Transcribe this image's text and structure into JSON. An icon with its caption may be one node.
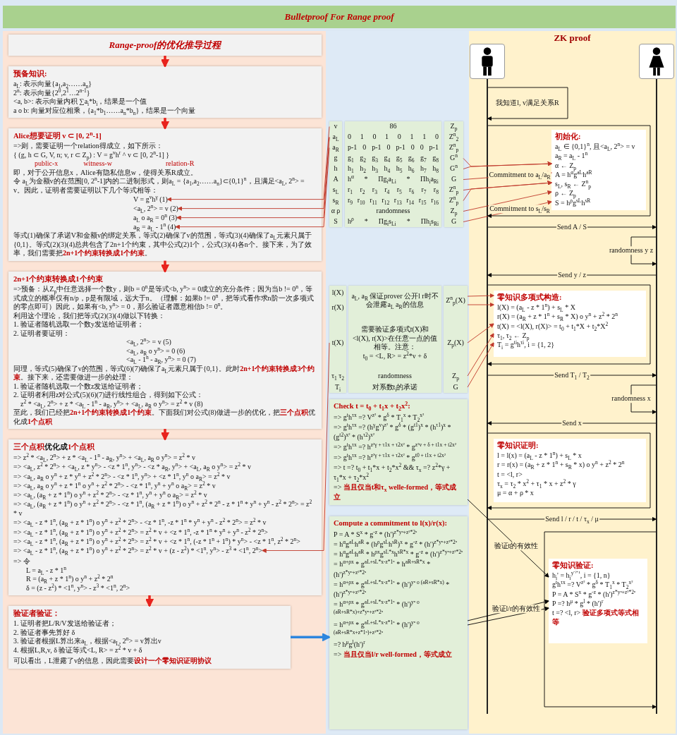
{
  "diagram": {
    "title": "Bulletproof For Range proof",
    "nodes": [
      {
        "text": [
          "Range-proof的优化推导过程"
        ]
      },
      {
        "text": [
          "预备知识:",
          "a$_{L}$: 表示向量{a$_{1}$,a$_{2}$……a$_{n}$}",
          "2$^{n}$: 表示向量{2$^{0}$,2$^{1}$…2$^{n-1}$}",
          "<a, b>: 表示向量内积 ∑a$_{i}$*b$_{i}$，结果是一个值",
          "a o b: 向量对应位相乘，{a$_{1}$*b$_{1}$……a$_{n}$*b$_{n}$}，结果是一个向量"
        ]
      },
      {
        "text": [
          "Alice想要证明 v ⊂ [0, 2$^{n}$-1]",
          "=>则，需要证明一个relation得成立，如下所示：",
          "{ (g, h ⊂ G, V, n; v, r ⊂ Z$_{p}$) : V = g$^{v}$h$^{r}$ ^ v ⊂ [0, 2$^{n}$-1] }",
          "public-x",
          "witness-w",
          "relation-R",
          "即，对于公开信息x，Alice有隐私信息w，使得关系R成立。",
          "令 a$_{L}$为金额v的在范围[0, 2$^{n}$-1]内的二进制形式，则a$_{L}$ = {a$_{1}$,a$_{2}$……a$_{n}$}⊂{0,1}$^{n}$，且满足<a$_{L}$, 2$^{n}$> = v。因此，证明者需要证明以下几个等式相等：",
          "等式(1)确保了承诺V和金额v的绑定关系，等式(2)确保了v的范围，等式(3)(4)确保了a$_{L}$元素只属于{0,1}。等式(2)(3)(4)总共包含了2n+1个约束，其中公式(2)1个，公式(3)(4)各n个。接下来，为了效率，我们需要把**2n+1个约束转换成1个约束**。"
        ]
      },
      {
        "text": [
          "V = g$^{v}$h$^{γ}$   (1)"
        ],
        "in": 2
      },
      {
        "text": [
          "<a$_{L}$, 2$^{n}$> = v   (2)"
        ],
        "in": 2
      },
      {
        "text": [
          "a$_{L}$ o a$_{R}$ = 0$^{n}$   (3)"
        ],
        "in": 2
      },
      {
        "text": [
          "a$_{R}$ = a$_{L}$ - 1$^{n}$   (4)"
        ],
        "in": 2
      },
      {
        "text": [
          "2n+1个约束转换成1个约束",
          "=>预备：从Z$_{p}$中任意选择一个数y，则b = 0$^{n}$是等式<b, y$^{n}$> = 0成立的充分条件；因为当b != 0$^{n}$，等式成立的概率仅有n/p，p是有限域，远大于n。（理解：如果b != 0$^{n}$，把等式看作求n阶一次多项式的零点即可）因此，如果有<b, y$^{n}$> = 0，那么验证者愿意相信b != 0$^{n}$。",
          "利用这个理论，我们把等式(2)(3)(4)做以下转换：",
          "1. 验证者随机选取一个数y发送给证明者；",
          "2. 证明者要证明：",
          "<a$_{L}$, 2$^{n}$> = v   (5)",
          "<a$_{L}$, a$_{R}$ o y$^{n}$> = 0   (6)",
          "<a$_{L}$ - 1$^{n}$ - a$_{R}$, y$^{n}$> = 0   (7)",
          "同理，等式(5)确保了v的范围，等式(6)(7)确保了a$_{L}$元素只属于{0,1}。此时**2n+1个约束转换成3个约束**。接下来，还需要做进一步的处理：",
          "1. 验证者随机选取一个数z发送给证明者；",
          "2. 证明者利用z对公式(5)(6)(7)进行线性组合，得到如下公式：",
          "z$^{2}$ * <a$_{L}$, 2$^{n}$> + z * <a$_{L}$ - 1$^{n}$ - a$_{R}$, y$^{n}$> + <a$_{L}$, a$_{R}$ o y$^{n}$> = z$^{2}$ * v   (8)",
          "至此，我们已经把**2n+1个约束转换成1个约束**。下面我们对公式(8)做进一步的优化，把**三个点积**优化成**1个点积**"
        ]
      },
      {
        "text": [
          "**三个点积**优化成**1个点积**",
          "=> z$^{2}$ * <a$_{L}$, 2$^{n}$> + z * <a$_{L}$ - 1$^{n}$ - a$_{R}$, y$^{n}$> + <a$_{L}$, a$_{R}$ o y$^{n}$> = z$^{2}$ * v",
          "=> <a$_{L}$, z$^{2}$ * 2$^{n}$> + <a$_{L}$, z * y$^{n}$> - <z * 1$^{n}$, y$^{n}$> - <z * a$_{R}$, y$^{n}$> + <a$_{L}$, a$_{R}$ o y$^{n}$> = z$^{2}$ * v",
          "=> <a$_{L}$, a$_{R}$ o y$^{n}$ + z * y$^{n}$ + z$^{2}$ * 2$^{n}$> - <z * 1$^{n}$, y$^{n}$> + <z * 1$^{n}$, y$^{n}$ o a$_{R}$> = z$^{2}$ * v",
          "=> <a$_{L}$, a$_{R}$ o y$^{n}$ + z * 1$^{n}$ o y$^{n}$ + z$^{2}$ * 2$^{n}$> - <z * 1$^{n}$, y$^{n}$ + y$^{n}$ o a$_{R}$> = z$^{2}$ * v",
          "=> <a$_{L}$, (a$_{R}$ + z * 1$^{n}$) o y$^{n}$ + z$^{2}$ * 2$^{n}$> - <z * 1$^{n}$, y$^{n}$ + y$^{n}$ o a$_{R}$> = z$^{2}$ * v",
          "=> <a$_{L}$, (a$_{R}$ + z * 1$^{n}$) o y$^{n}$ + z$^{2}$ * 2$^{n}$> - <z * 1$^{n}$, (a$_{R}$ + z * 1$^{n}$) o y$^{n}$ + z$^{2}$ * 2$^{n}$ - z * 1$^{n}$ * y$^{n}$ + y$^{n}$ - z$^{2}$ * 2$^{n}$> = z$^{2}$ * v",
          "=> <a$_{L}$ - z * 1$^{n}$, (a$_{R}$ + z * 1$^{n}$) o y$^{n}$ + z$^{2}$ * 2$^{n}$> - <z * 1$^{n}$, -z * 1$^{n}$ * y$^{n}$ + y$^{n}$ - z$^{2}$ * 2$^{n}$> = z$^{2}$ * v",
          "=> <a$_{L}$ - z * 1$^{n}$, (a$_{R}$ + z * 1$^{n}$) o y$^{n}$ + z$^{2}$ * 2$^{n}$> = z$^{2}$ * v + <z * 1$^{n}$, -z * 1$^{n}$ * y$^{n}$ + y$^{n}$ - z$^{2}$ * 2$^{n}$>",
          "=> <a$_{L}$ - z * 1$^{n}$, (a$_{R}$ + z * 1$^{n}$) o y$^{n}$ + z$^{2}$ * 2$^{n}$> = z$^{2}$ * v + <z * 1$^{n}$, (-z * 1$^{n}$ + 1$^{n}$) * y$^{n}$> - <z * 1$^{n}$, z$^{2}$ * 2$^{n}$>",
          "=> 令",
          "L = a$_{L}$ - z * 1$^{n}$",
          "R = (a$_{R}$ + z * 1$^{n}$) o y$^{n}$ + z$^{2}$ * 2$^{n}$",
          "δ = (z - z$^{2}$) * <1$^{n}$, y$^{n}$> - z$^{3}$ * <1$^{n}$, 2$^{n}$>"
        ]
      },
      {
        "text": [
          "=> <a$_{L}$ - z * 1$^{n}$, (a$_{R}$ + z * 1$^{n}$) o y$^{n}$ + z$^{2}$ * 2$^{n}$> = z$^{2}$ * v + (z - z$^{2}$) * <1$^{n}$, y$^{n}$> - z$^{3}$ * <1$^{n}$, 2$^{n}$>"
        ],
        "in": 8
      },
      {
        "text": [
          "验证者验证：",
          "1. 证明者把L/R/V发送给验证者；",
          "2. 验证者事先算好 δ",
          "3. 验证者根据L算出来a$_{L}$，根据<a$_{L}$, 2$^{n}$> = v算出v",
          "4. 根据L,R,v, δ 验证等式<L, R> = z$^{2}$ * v + δ",
          "可以看出，L泄露了v的信息，因此需要**设计一个零知识证明协议**"
        ]
      },
      {
        "text": [],
        "shape": "box"
      },
      {
        "text": [
          "v"
        ],
        "in": 11
      },
      {
        "text": [
          "a$_{L}$"
        ],
        "in": 11
      },
      {
        "text": [
          "a$_{R}$"
        ],
        "in": 11
      },
      {
        "text": [
          "g"
        ],
        "in": 11
      },
      {
        "text": [
          "h"
        ],
        "in": 11
      },
      {
        "text": [
          "A"
        ],
        "in": 11
      },
      {
        "text": [
          "s$_{L}$"
        ],
        "in": 11
      },
      {
        "text": [
          "s$_{R}$"
        ],
        "in": 11
      },
      {
        "text": [
          "α ρ"
        ],
        "in": 11
      },
      {
        "text": [
          "S"
        ],
        "in": 11
      },
      {
        "text": [
          "86",
          "0 1 0 1 0 1 1 0",
          "p-1 0 p-1 0 p-1 0 0 p-1",
          "g$_{1}$ g$_{2}$ g$_{3}$ g$_{4}$ g$_{5}$ g$_{6}$ g$_{7}$ g$_{8}$",
          "h$_{1}$ h$_{2}$ h$_{3}$ h$_{4}$ h$_{5}$ h$_{6}$ h$_{7}$ h$_{8}$",
          "h$^{α}$ * Πg$_{i}$a$_{Li}$ * Πh$_{i}$a$_{Ri}$",
          "r$_{1}$ r$_{2}$ r$_{3}$ r$_{4}$ r$_{5}$ r$_{6}$ r$_{7}$ r$_{8}$",
          "r$_{9}$ r$_{10}$ r$_{11}$ r$_{12}$ r$_{13}$ r$_{14}$ r$_{15}$ r$_{16}$",
          "randomness",
          "h$^{ρ}$ * Πg$_{i}$s$_{Li}$ * Πh$_{i}$s$_{Ri}$"
        ]
      },
      {
        "text": [],
        "shape": "box"
      },
      {
        "text": [
          "Z$_{p}$"
        ],
        "in": 23
      },
      {
        "text": [
          "Z$^{n}$$_{2}$"
        ],
        "in": 23
      },
      {
        "text": [
          "Z$^{n}$$_{p}$"
        ],
        "in": 23
      },
      {
        "text": [
          "G$^{n}$"
        ],
        "in": 23
      },
      {
        "text": [
          "G$^{n}$"
        ],
        "in": 23
      },
      {
        "text": [
          "G"
        ],
        "in": 23
      },
      {
        "text": [
          "Z$^{n}$$_{p}$"
        ],
        "in": 23
      },
      {
        "text": [
          "Z$^{n}$$_{p}$"
        ],
        "in": 23
      },
      {
        "text": [
          "Z$_{p}$"
        ],
        "in": 23
      },
      {
        "text": [
          "G"
        ],
        "in": 23
      },
      {
        "text": [],
        "shape": "box"
      },
      {
        "text": [
          "l(X)"
        ],
        "in": 34
      },
      {
        "text": [
          "r(X)"
        ],
        "in": 34
      },
      {
        "text": [
          "t(X)"
        ],
        "in": 34
      },
      {
        "text": [
          "τ$_{1}$ τ$_{2}$"
        ],
        "in": 34
      },
      {
        "text": [
          "T$_{i}$"
        ],
        "in": 34
      },
      {
        "text": [
          "a$_{L}$, a$_{R}$ 保证prover 公开l r时不会泄露a$_{L}$ a$_{R}$的信息",
          "需要验证多项式t(X)和<l(X), r(X)>在任意一点的值相等。注意：t$_{0}$ = <L, R> = z$^{2}$*v + δ",
          "randomness",
          "对系数t$_{i}$的承诺"
        ]
      },
      {
        "text": [],
        "shape": "box"
      },
      {
        "text": [
          "Z$^{n}$$_{p}$(X)"
        ],
        "in": 41
      },
      {
        "text": [
          "Z$_{p}$(X)"
        ],
        "in": 41
      },
      {
        "text": [
          "Z$_{p}$"
        ],
        "in": 41
      },
      {
        "text": [
          "G"
        ],
        "in": 41
      },
      {
        "text": [
          "Check t = t$_{0}$ + t$_{1}$x + t$_{2}$x$^{2}$:",
          "=> g$^{t}$h$^{τx}$ =? V$^{z²}$ * g$^{δ}$ * T$_{1}$$^{x}$ * T$_{2}$$^{x²}$",
          "=> g$^{t}$h$^{τx}$ =? (h$^{γ}$g$^{v}$)$^{z²}$ * g$^{δ}$ * (g$^{t1}$)$^{x}$ * (h$^{τ1}$)$^{x}$ * (g$^{t2}$)$^{x²}$ * (h$^{τ2}$)$^{x²}$",
          "=> g$^{t}$h$^{τx}$ =? h$^{z²γ + τ1x + τ2x²}$ * g$^{z²v + δ + t1x + t2x²}$",
          "=> g$^{t}$h$^{τx}$ =? h$^{z²γ + τ1x + τ2x²}$ * g$^{t0 + t1x + t2x²}$",
          "=> t =? t$_{0}$ + t$_{1}$*x + t$_{2}$*x$^{2}$ && τ$_{x}$ =? z$^{2}$*γ + τ$_{1}$*x + τ$_{2}$*x$^{2}$",
          "=> **当且仅当t和τ$_{x}$ welle-formed，等式成立**"
        ]
      },
      {
        "text": [
          "Compute a commitment to l(x)/r(x):",
          "P = A * S$^{x}$ * g$^{-z}$ * (h')$^{z*yⁿ+z²*2ⁿ}$",
          "= h$^{α}$g$^{aL}$h$^{aR}$ * (h$^{ρ}$g$^{sL}$h$^{sR}$)$^{x}$ * g$^{-z}$ * (h')$^{z*yⁿ+z²*2ⁿ}$",
          "= h$^{α}$g$^{aL}$h$^{aR}$ * h$^{ρx}$g$^{sL*x}$h$^{sR*x}$ * g$^{-z}$ * (h')$^{z*yⁿ+z²*2ⁿ}$",
          "= h$^{α+ρx}$ * g$^{aL+sL*x-z*1ⁿ}$ * h$^{aR+sR*x}$ * (h')$^{z*yⁿ+z²*2ⁿ}$",
          "= h$^{α+ρx}$ * g$^{aL+sL*x-z*1ⁿ}$ * (h')$^{yⁿ o (aR+sR*x)}$ * (h')$^{z*yⁿ+z²*2ⁿ}$",
          "= h$^{α+ρx}$ * g$^{aL+sL*x-z*1ⁿ}$ * (h')$^{yⁿ o (aR+sR*x)+z*yⁿ+z²*2ⁿ}$",
          "= h$^{α+ρx}$ * g$^{aL+sL*x-z*1ⁿ}$ * (h')$^{yⁿ o (aR+sR*x+z*1ⁿ)+z²*2ⁿ}$",
          "=? h$^{μ}$g$^{l}$(h')$^{r}$",
          "=> **当且仅当l/r well-formed，等式成立**"
        ]
      },
      {
        "text": [
          "ZK proof"
        ]
      },
      {
        "text": [],
        "shape": "person",
        "in": 48
      },
      {
        "text": [],
        "shape": "person",
        "in": 48
      },
      {
        "text": [],
        "shape": "bar",
        "in": 48
      },
      {
        "text": [],
        "shape": "bar",
        "in": 48
      },
      {
        "text": [
          "初始化:",
          "a$_{L}$ ∈ {0,1}$^{n}$, 且<a$_{L}$, 2$^{n}$> = v",
          "a$_{R}$ = a$_{L}$ - 1$^{n}$",
          "α ← Z$_{p}$",
          "A = h$^{α}$g$^{aL}$h$^{aR}$",
          "s$_{L}$, s$_{R}$ ← Z$^{n}$$_{p}$",
          "ρ ← Z$_{p}$",
          "S = h$^{ρ}$g$^{sL}$h$^{sR}$"
        ],
        "in": 48
      },
      {
        "text": [
          "零知识多项式构造:",
          "l(X) = (a$_{L}$ - z * 1$^{n}$) + s$_{L}$ * X",
          "r(X) = (a$_{R}$ + z * 1$^{n}$ + s$_{R}$ * X) o y$^{n}$ + z$^{2}$ * 2$^{n}$",
          "t(X) = <l(X), r(X)> = t$_{0}$ + t$_{1}$*X + t$_{2}$*X$^{2}$",
          "τ$_{1}$, τ$_{2}$ ← Z$_{p}$",
          "T$_{i}$ = g$^{ti}$h$^{τi}$, i = {1, 2}"
        ],
        "in": 48
      },
      {
        "text": [
          "零知识证明:",
          "l = l(x) = (a$_{L}$ - z * 1$^{n}$) + s$_{L}$ * x",
          "r = r(x) = (a$_{R}$ + z * 1$^{n}$ + s$_{R}$ * x) o y$^{n}$ + z$^{2}$ * 2$^{n}$",
          "t = <l, r>",
          "τ$_{x}$ = τ$_{2}$ * x$^{2}$ + τ$_{1}$ * x + z$^{2}$ * γ",
          "μ = α + ρ * x"
        ],
        "in": 48
      },
      {
        "text": [
          "零知识验证:",
          "h$_{i}$' = h$_{i}$$^{y⁻ⁱ⁺¹}$, i = {1, n}",
          "g$^{t}$h$^{τx}$ =? V$^{z²}$ * g$^{δ}$ * T$_{1}$$^{x}$ * T$_{2}$$^{x²}$",
          "P = A * S$^{x}$ * g$^{-z}$ * (h')$^{z*yⁿ+z²*2ⁿ}$",
          "P =? h$^{μ}$ * g$^{l}$ * (h')$^{r}$",
          "t =? <l, r>  **验证多项式等式相等**"
        ],
        "in": 48
      }
    ],
    "edges": [
      {
        "from": 0,
        "to": 1,
        "arrow": "to",
        "style": "thick",
        "color": "#e8231d"
      },
      {
        "from": 1,
        "to": 2,
        "arrow": "to",
        "style": "thick",
        "color": "#e8231d"
      },
      {
        "from": 2,
        "to": 7,
        "arrow": "to",
        "style": "thick",
        "color": "#e8231d"
      },
      {
        "from": 7,
        "to": 8,
        "arrow": "to",
        "style": "thick",
        "color": "#e8231d"
      },
      {
        "from": 8,
        "to": 10,
        "arrow": "to",
        "style": "thick",
        "color": "#e8231d"
      },
      {
        "from": 10,
        "to": 47,
        "arrow": "to",
        "style": "thick",
        "color": "#2e86de"
      },
      {
        "from": 12,
        "to": 3,
        "arrow": "to"
      },
      {
        "from": 13,
        "to": 4,
        "arrow": "to"
      },
      {
        "from": 13,
        "to": 5,
        "arrow": "to"
      },
      {
        "from": 14,
        "to": 6,
        "arrow": "to"
      },
      {
        "from": 27,
        "to": 53,
        "arrow": "to"
      },
      {
        "from": 28,
        "to": 53,
        "arrow": "to"
      },
      {
        "from": 29,
        "to": 53,
        "arrow": "to",
        "label": "Commitment to a$_{L}$/a$_{R}$"
      },
      {
        "from": 30,
        "to": 53,
        "arrow": "to"
      },
      {
        "from": 31,
        "to": 53,
        "arrow": "to"
      },
      {
        "from": 32,
        "to": 53,
        "arrow": "to"
      },
      {
        "from": 33,
        "to": 53,
        "arrow": "to",
        "label": "Commitment to s$_{L}$/s$_{R}$"
      },
      {
        "from": 42,
        "to": 54,
        "arrow": "to"
      },
      {
        "from": 42,
        "to": 54,
        "arrow": "to"
      },
      {
        "from": 43,
        "to": 54,
        "arrow": "to"
      },
      {
        "from": 44,
        "to": 54,
        "arrow": "to"
      },
      {
        "from": 45,
        "to": 54,
        "arrow": "to"
      },
      {
        "from": 37,
        "to": 9,
        "arrow": "to"
      },
      {
        "from": 51,
        "to": 51,
        "arrow": "to",
        "label": "我知道l, v满足关系R",
        "color": "#000000"
      },
      {
        "from": 51,
        "to": 51,
        "arrow": "to",
        "color": "#000000"
      },
      {
        "from": 51,
        "to": 52,
        "arrow": "to",
        "label": "Send A / S",
        "color": "#000000"
      },
      {
        "from": 52,
        "to": 52,
        "arrow": "to",
        "label": "randomness y z",
        "color": "#000000"
      },
      {
        "from": 52,
        "to": 51,
        "arrow": "to",
        "label": "Send y / z",
        "color": "#000000"
      },
      {
        "from": 51,
        "to": 51,
        "arrow": "to",
        "color": "#000000"
      },
      {
        "from": 51,
        "to": 52,
        "arrow": "to",
        "label": "Send T$_{1}$ / T$_{2}$",
        "color": "#000000"
      },
      {
        "from": 52,
        "to": 52,
        "arrow": "to",
        "label": "randomness x",
        "color": "#000000"
      },
      {
        "from": 52,
        "to": 51,
        "arrow": "to",
        "label": "Send x",
        "color": "#000000"
      },
      {
        "from": 51,
        "to": 51,
        "arrow": "to",
        "color": "#000000"
      },
      {
        "from": 51,
        "to": 52,
        "arrow": "to",
        "label": "Send l / r / t / τ$_{x}$ / μ",
        "color": "#000000"
      },
      {
        "from": 52,
        "to": 52,
        "arrow": "to",
        "color": "#000000"
      },
      {
        "from": 46,
        "to": 56,
        "arrow": "to",
        "label": "验证t的有效性",
        "color": "#000000"
      },
      {
        "from": 47,
        "to": 56,
        "arrow": "to",
        "label": "验证l/r的有效性",
        "color": "#000000"
      },
      {
        "from": 47,
        "to": 56,
        "arrow": "to",
        "color": "#000000"
      }
    ]
  }
}
